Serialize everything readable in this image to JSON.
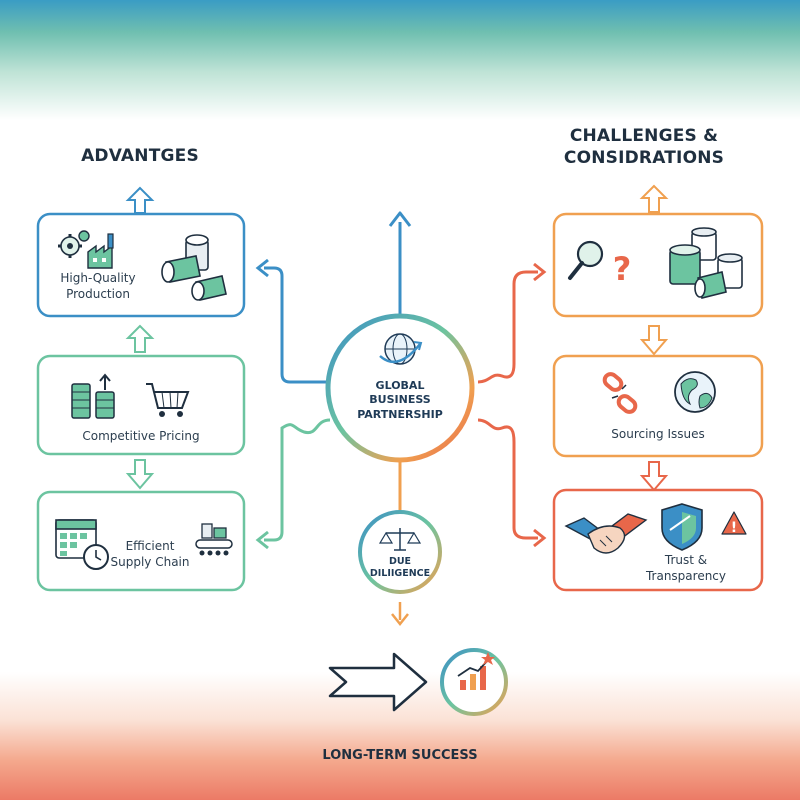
{
  "headings": {
    "advantages": "ADVANTGES",
    "challenges_line1": "CHALLENGES &",
    "challenges_line2": "CONSIDRATIONS"
  },
  "center": {
    "line1": "GLOBAL",
    "line2": "BUSINESS",
    "line3": "PARTNERSHIP"
  },
  "advantages": [
    {
      "line1": "High-Quality",
      "line2": "Production",
      "icons": [
        "gears-factory-icon",
        "rolls-icon"
      ]
    },
    {
      "line1": "Competitive Pricing",
      "icons": [
        "coins-icon",
        "shopping-cart-icon"
      ]
    },
    {
      "line1": "Efficient",
      "line2": "Supply Chain",
      "icons": [
        "calendar-clock-icon",
        "conveyor-icon"
      ]
    }
  ],
  "challenges": [
    {
      "line1": "",
      "icons": [
        "magnifier-icon",
        "question-mark-icon",
        "rolls-icon"
      ]
    },
    {
      "line1": "Sourcing Issues",
      "icons": [
        "broken-chain-icon",
        "globe-icon"
      ]
    },
    {
      "line1": "Trust &",
      "line2": "Transparency",
      "icons": [
        "handshake-icon",
        "shield-icon",
        "warning-icon"
      ]
    }
  ],
  "due_diligence": {
    "line1": "DUE",
    "line2": "DILIIGENCE",
    "icon": "scales-icon"
  },
  "success": {
    "label": "LONG-TERM SUCCESS",
    "icon": "growth-chart-icon"
  },
  "colors": {
    "blue": "#3b8fc6",
    "green": "#6cc4a0",
    "orange": "#f0a050",
    "red": "#e8674a",
    "dark": "#1f2f3f"
  }
}
